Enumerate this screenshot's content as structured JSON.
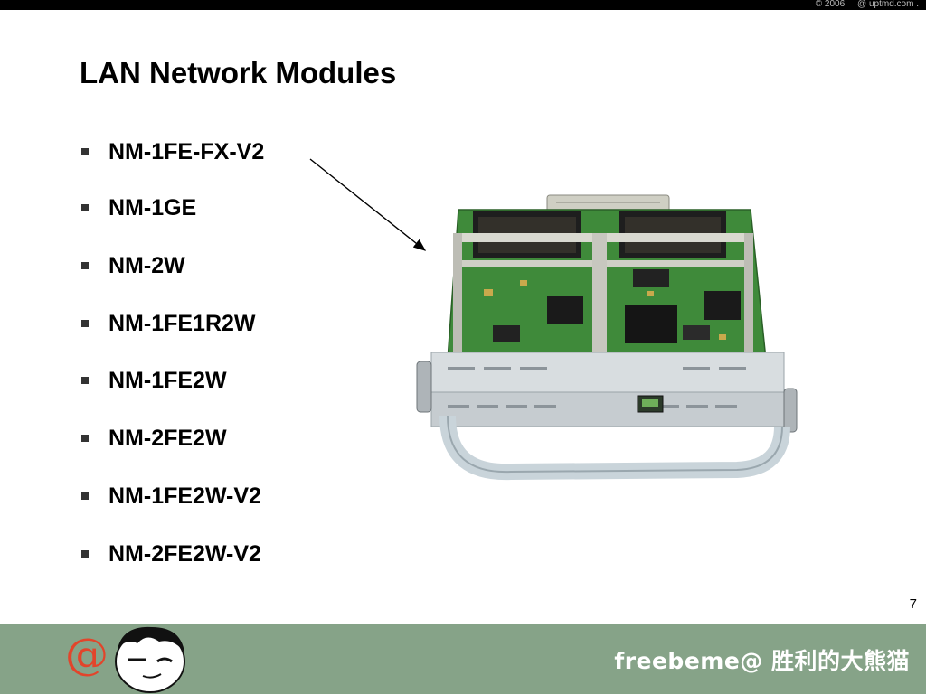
{
  "header": {
    "copyright": "© 2006     @ uptmd.com ."
  },
  "slide": {
    "title": "LAN Network Modules",
    "bullets": [
      "NM-1FE-FX-V2",
      "NM-1GE",
      "NM-2W",
      "NM-1FE1R2W",
      "NM-1FE2W",
      "NM-2FE2W",
      "NM-1FE2W-V2",
      "NM-2FE2W-V2"
    ],
    "page_number": "7"
  },
  "footer": {
    "logo_symbol": "@",
    "brand": "freebeme@ 胜利的大熊猫"
  },
  "colors": {
    "footer_band": "#86a388",
    "logo_accent": "#e2452b",
    "top_bar": "#000000",
    "pcb_green": "#3f8a3a"
  }
}
